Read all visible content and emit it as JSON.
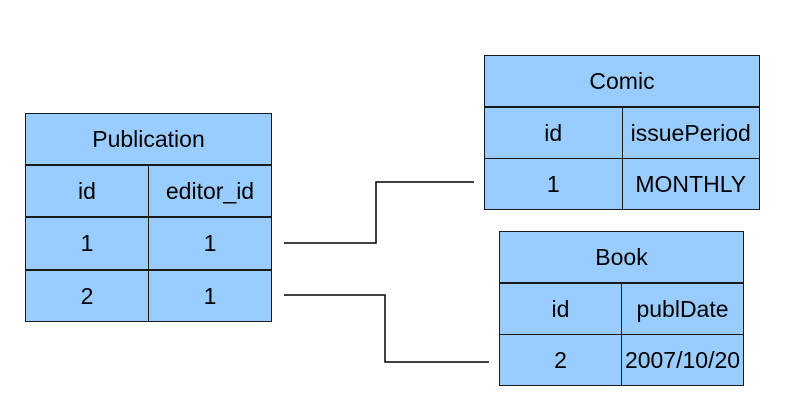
{
  "tables": {
    "publication": {
      "title": "Publication",
      "columns": [
        "id",
        "editor_id"
      ],
      "rows": [
        [
          "1",
          "1"
        ],
        [
          "2",
          "1"
        ]
      ]
    },
    "comic": {
      "title": "Comic",
      "columns": [
        "id",
        "issuePeriod"
      ],
      "rows": [
        [
          "1",
          "MONTHLY"
        ]
      ]
    },
    "book": {
      "title": "Book",
      "columns": [
        "id",
        "publDate"
      ],
      "rows": [
        [
          "2",
          "2007/10/20"
        ]
      ]
    }
  },
  "colors": {
    "cell_fill": "#99ccff",
    "border": "#1a1a1a",
    "connector": "#000000"
  }
}
